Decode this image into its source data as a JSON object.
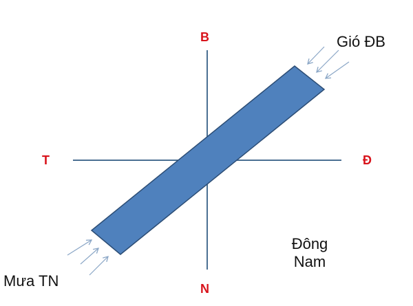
{
  "directions": {
    "north": "B",
    "south": "N",
    "west": "T",
    "east": "Đ"
  },
  "labels": {
    "wind": "Gió ĐB",
    "rain": "Mưa TN",
    "region_line1": "Đông",
    "region_line2": "Nam"
  },
  "colors": {
    "axis": "#4a6f92",
    "direction_text": "#d8131b",
    "bar_fill": "#4f81bd",
    "bar_stroke": "#2c4d75",
    "arrow": "#8aa6c6"
  }
}
